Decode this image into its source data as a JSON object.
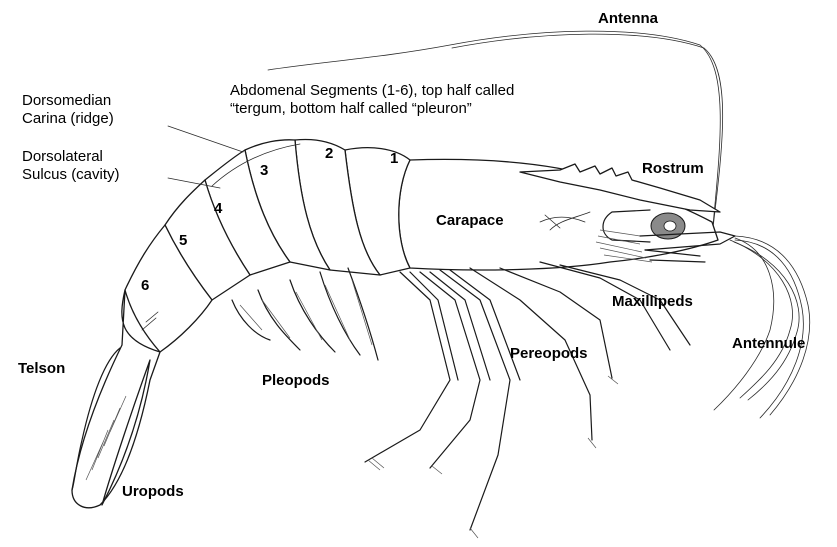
{
  "labels": {
    "antenna": "Antenna",
    "abdominal_line1": "Abdomenal Segments (1-6), top half called",
    "abdominal_line2": "“tergum, bottom half called “pleuron”",
    "dorsomedian_line1": "Dorsomedian",
    "dorsomedian_line2": "Carina (ridge)",
    "dorsolateral_line1": "Dorsolateral",
    "dorsolateral_line2": "Sulcus (cavity)",
    "rostrum": "Rostrum",
    "carapace": "Carapace",
    "maxillipeds": "Maxillipeds",
    "antennule": "Antennule",
    "pereopods": "Pereopods",
    "pleopods": "Pleopods",
    "telson": "Telson",
    "uropods": "Uropods"
  },
  "segments": [
    "1",
    "2",
    "3",
    "4",
    "5",
    "6"
  ]
}
